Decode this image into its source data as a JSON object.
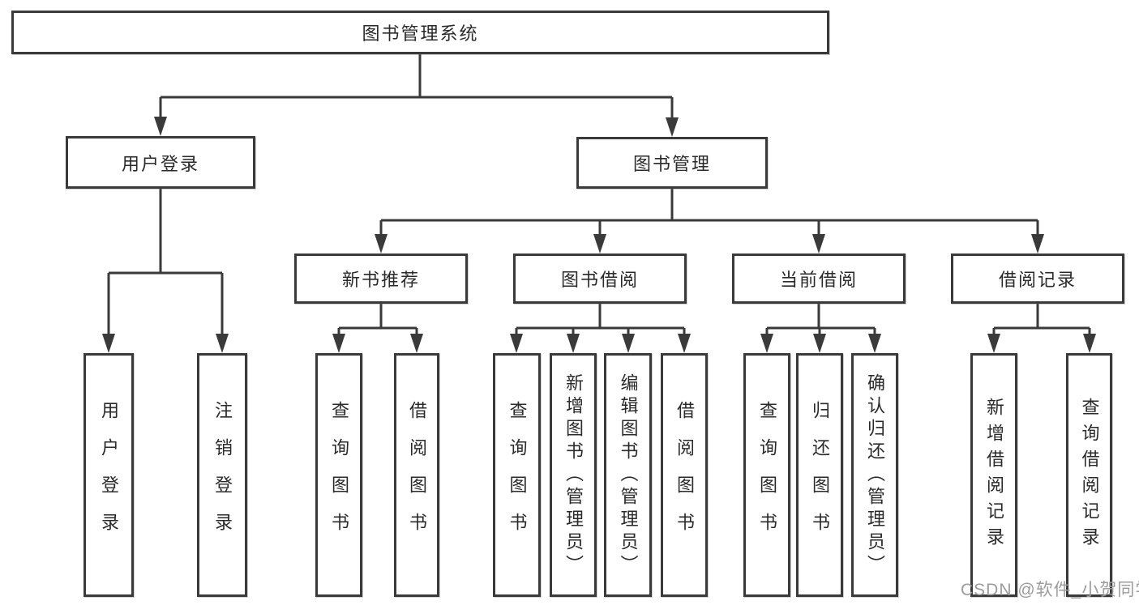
{
  "tree": {
    "root": "图书管理系统",
    "children": [
      {
        "label": "用户登录",
        "children": [
          "用户登录",
          "注销登录"
        ]
      },
      {
        "label": "图书管理",
        "children": [
          {
            "label": "新书推荐",
            "children": [
              "查询图书",
              "借阅图书"
            ]
          },
          {
            "label": "图书借阅",
            "children": [
              "查询图书",
              "新增图书（管理员）",
              "编辑图书（管理员）",
              "借阅图书"
            ]
          },
          {
            "label": "当前借阅",
            "children": [
              "查询图书",
              "归还图书",
              "确认归还（管理员）"
            ]
          },
          {
            "label": "借阅记录",
            "children": [
              "新增借阅记录",
              "查询借阅记录"
            ]
          }
        ]
      }
    ]
  },
  "watermark": {
    "text": "CSDN @软件_小贺同学"
  },
  "colors": {
    "line": "#3a3a3a",
    "box_border": "#3a3a3a",
    "text": "#2a2a2a",
    "watermark": "#9c9c9c",
    "background": "#ffffff"
  }
}
